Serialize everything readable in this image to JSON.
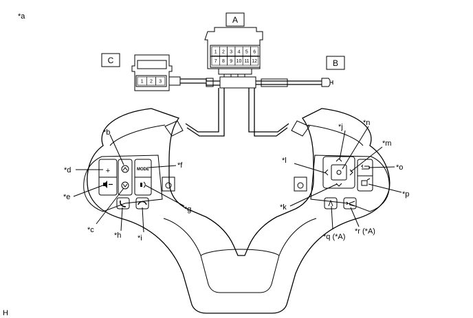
{
  "figure_label": "*a",
  "corner_code": "H",
  "connectors": {
    "A": {
      "label": "A",
      "pins": [
        "1",
        "2",
        "3",
        "4",
        "5",
        "6",
        "7",
        "8",
        "9",
        "10",
        "11",
        "12"
      ]
    },
    "B": {
      "label": "B"
    },
    "C": {
      "label": "C",
      "pins": [
        "1",
        "2",
        "3"
      ]
    }
  },
  "buttons": {
    "mode_label": "MODE"
  },
  "callouts": {
    "b": "*b",
    "c": "*c",
    "d": "*d",
    "e": "*e",
    "f": "*f",
    "g": "*g",
    "h": "*h",
    "i": "*i",
    "j": "*j",
    "k": "*k",
    "l": "*l",
    "m": "*m",
    "n": "*n",
    "o": "*o",
    "p": "*p",
    "q": "*q (*A)",
    "r": "*r (*A)"
  },
  "colors": {
    "line": "#000000",
    "fill_light": "#e6e6e6",
    "fill_mid": "#c8c8c8",
    "background": "#ffffff"
  }
}
